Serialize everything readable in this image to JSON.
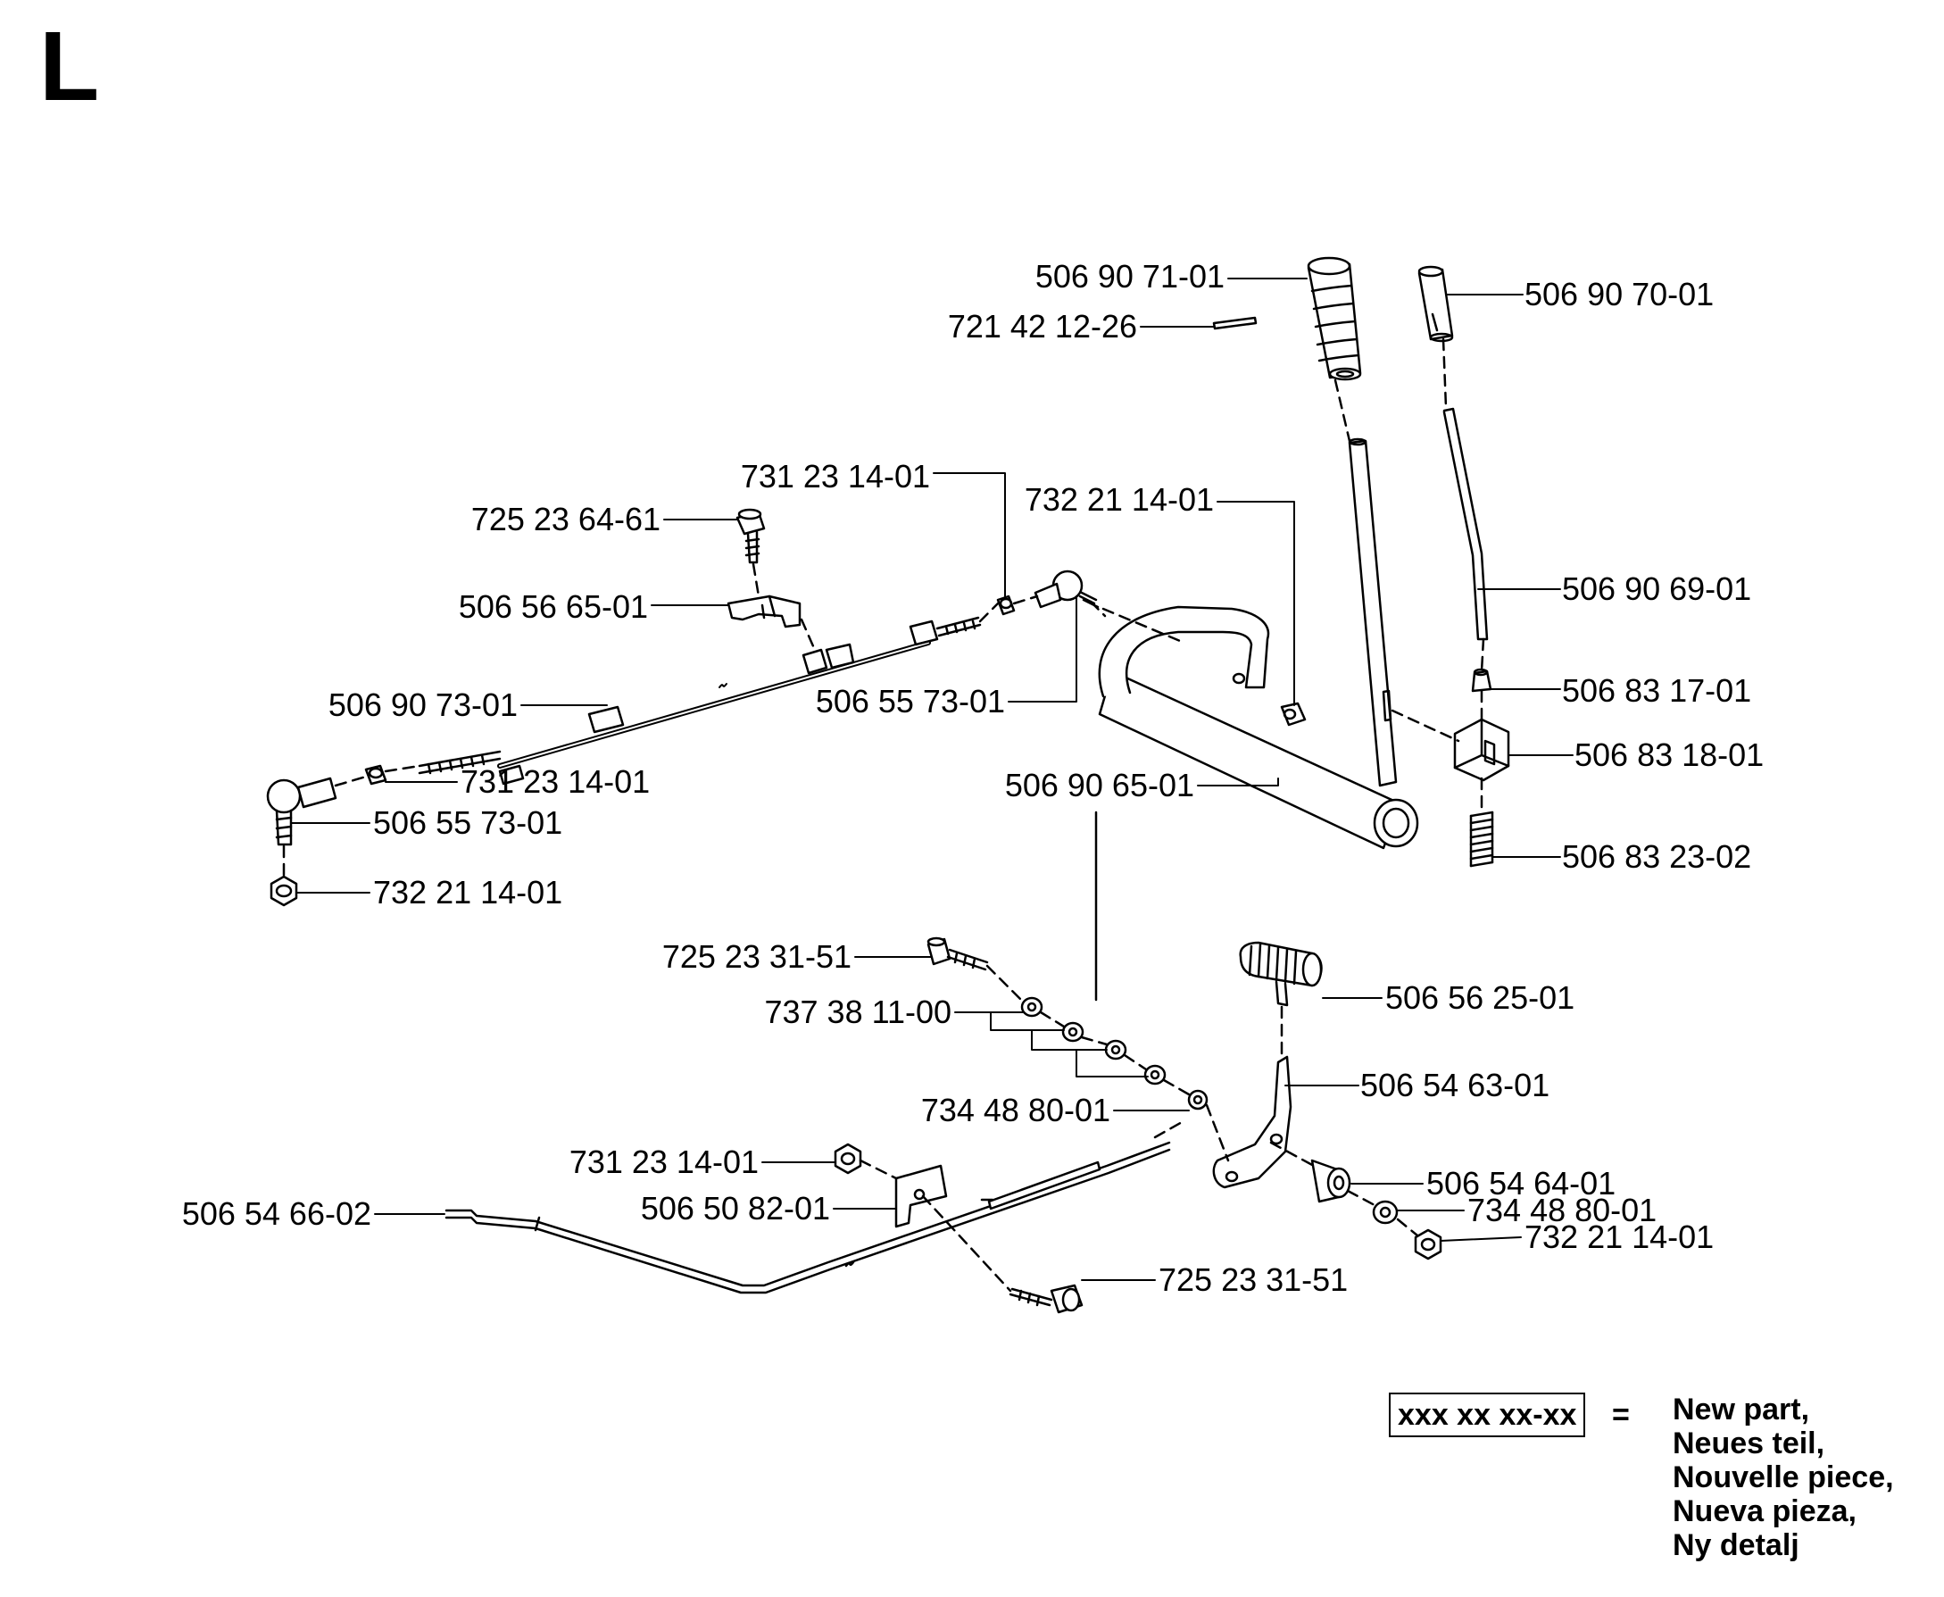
{
  "section_letter": "L",
  "labels": {
    "handle_grip_top": "506 90 71-01",
    "pin": "721 42 12-26",
    "knob_right": "506 90 70-01",
    "nut_cable_top": "731 23 14-01",
    "locknut_bracket": "732 21 14-01",
    "screw_clamp": "725 23 64-61",
    "rod_right": "506 90 69-01",
    "cable_clamp": "506 56 65-01",
    "pivot_cap": "506 83 17-01",
    "cable": "506 90 73-01",
    "ball_joint_top": "506 55 73-01",
    "plate": "506 83 18-01",
    "nut_cable_bottom": "731 23 14-01",
    "lever_frame": "506 90 65-01",
    "ball_joint_bottom": "506 55 73-01",
    "spring": "506 83 23-02",
    "locknut_left": "732 21 14-01",
    "bolt_top": "725 23 31-51",
    "pedal_pad": "506 56 25-01",
    "washers": "737 38 11-00",
    "pedal_arm": "506 54 63-01",
    "washer_arm": "734 48 80-01",
    "nut_bracket": "731 23 14-01",
    "bushing": "506 54 64-01",
    "brake_rod": "506 54 66-02",
    "bracket": "506 50 82-01",
    "washer_bushing": "734 48 80-01",
    "locknut_bushing": "732 21 14-01",
    "bolt_bottom": "725 23 31-51"
  },
  "legend": {
    "box_text": "xxx xx xx-xx",
    "equals": "=",
    "lines": [
      "New part,",
      "Neues teil,",
      "Nouvelle piece,",
      "Nueva pieza,",
      "Ny detalj"
    ]
  }
}
